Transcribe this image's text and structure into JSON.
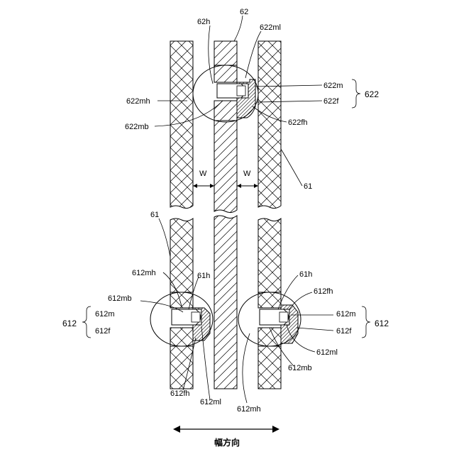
{
  "labels": {
    "n62": "62",
    "n62h": "62h",
    "n622ml": "622ml",
    "n622m": "622m",
    "n622f": "622f",
    "n622": "622",
    "n622mh": "622mh",
    "n622fh": "622fh",
    "n622mb": "622mb",
    "w_left": "W",
    "w_right": "W",
    "n61_right": "61",
    "n61_left": "61",
    "n612mh_upper": "612mh",
    "n61h_left": "61h",
    "n61h_right": "61h",
    "n612fh_right": "612fh",
    "n612mb_left": "612mb",
    "n612m_left": "612m",
    "n612f_left": "612f",
    "n612_left": "612",
    "n612m_right": "612m",
    "n612f_right": "612f",
    "n612_right": "612",
    "n612ml_right": "612ml",
    "n612mb_right": "612mb",
    "n612fh_bottom": "612fh",
    "n612ml_bottom": "612ml",
    "n612mh_bottom": "612mh",
    "width_direction": "幅方向"
  }
}
